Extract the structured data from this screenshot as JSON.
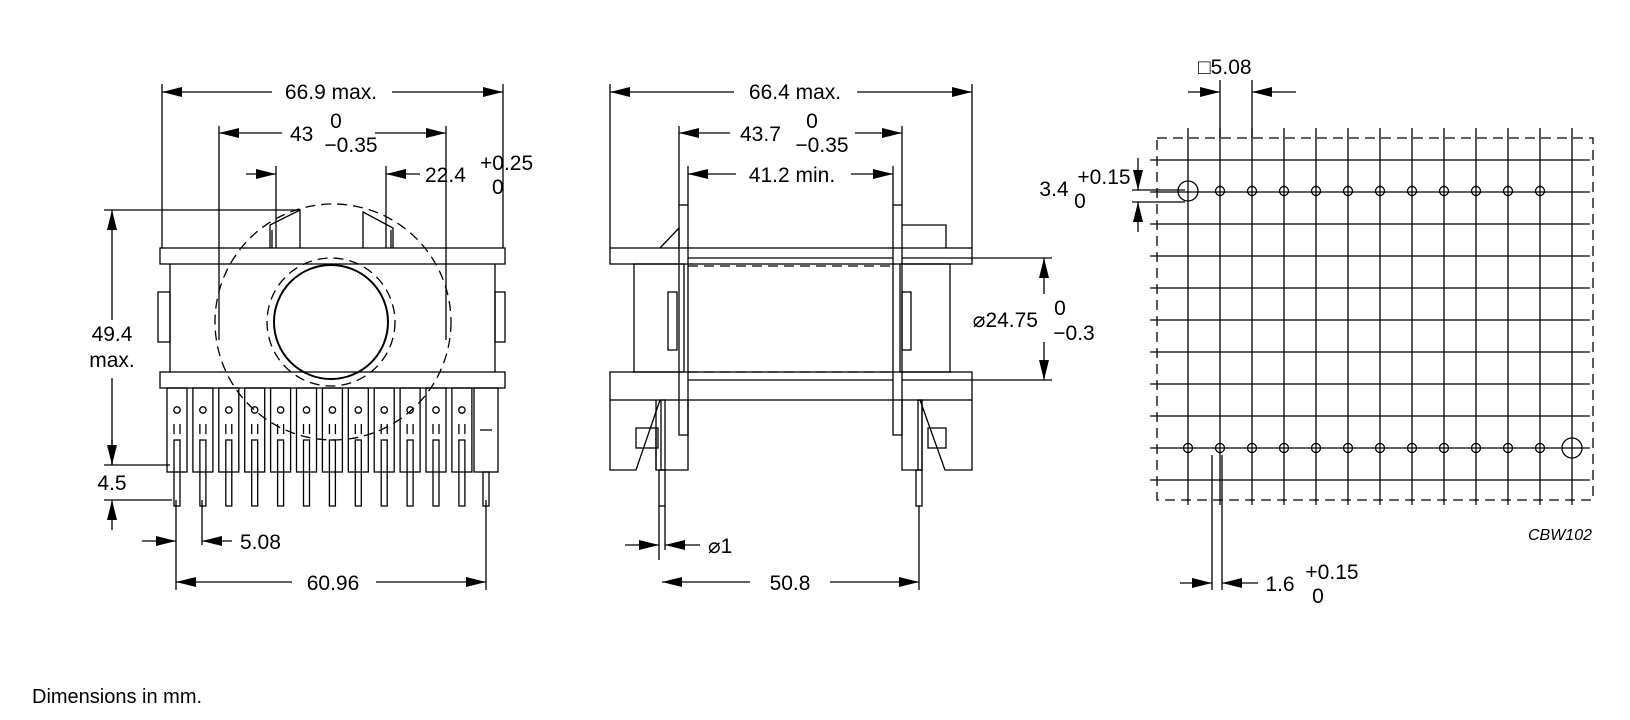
{
  "drawing_code": "CBW102",
  "footnote": "Dimensions in mm.",
  "left_view": {
    "width_overall": "66.9 max.",
    "width_inner_value": "43",
    "width_inner_tol_upper": "0",
    "width_inner_tol_lower": "−0.35",
    "slot_value": "22.4",
    "slot_tol_upper": "+0.25",
    "slot_tol_lower": "0",
    "height_value": "49.4",
    "height_suffix": "max.",
    "pin_length": "4.5",
    "pin_pitch": "5.08",
    "pin_span": "60.96"
  },
  "middle_view": {
    "width_overall": "66.4 max.",
    "width_inner_value": "43.7",
    "width_inner_tol_upper": "0",
    "width_inner_tol_lower": "−0.35",
    "winding_width": "41.2 min.",
    "core_dia_value": "⌀24.75",
    "core_dia_tol_upper": "0",
    "core_dia_tol_lower": "−0.3",
    "pin_dia": "⌀1",
    "pin_span": "50.8"
  },
  "right_view": {
    "grid_pitch": "□5.08",
    "row_offset_value": "3.4",
    "row_offset_tol_upper": "+0.15",
    "row_offset_tol_lower": "0",
    "hole_dia_value": "1.6",
    "hole_dia_tol_upper": "+0.15",
    "hole_dia_tol_lower": "0"
  }
}
